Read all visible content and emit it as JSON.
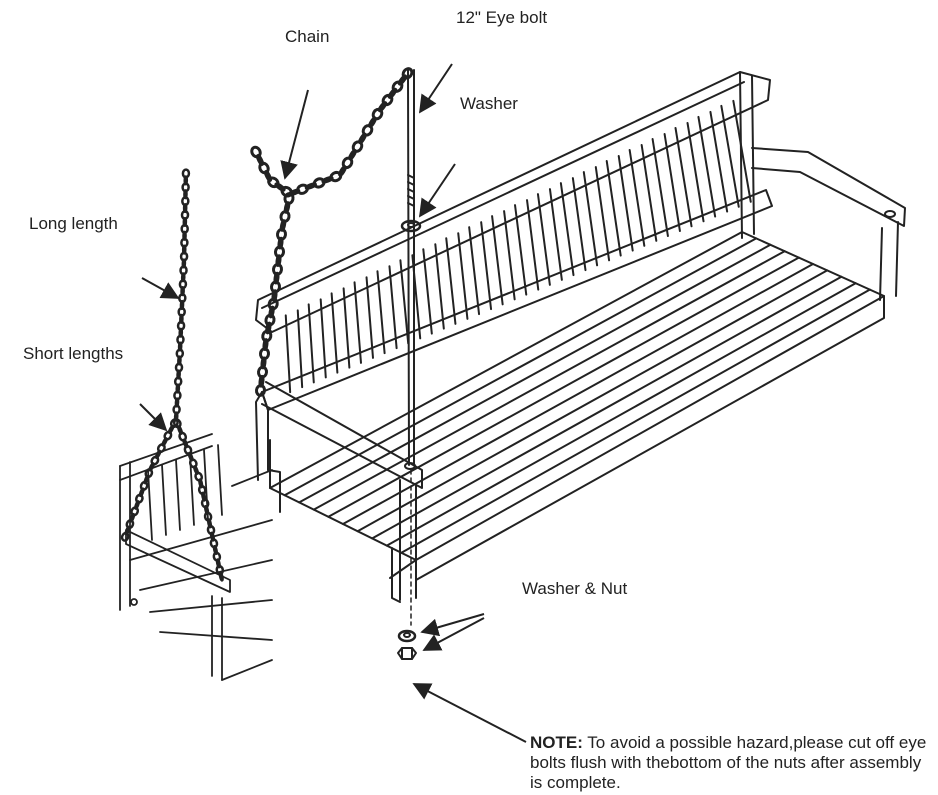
{
  "labels": {
    "eye_bolt": "12\" Eye bolt",
    "chain": "Chain",
    "washer": "Washer",
    "long_length": "Long length",
    "short_lengths": "Short lengths",
    "washer_nut": "Washer & Nut"
  },
  "note": {
    "prefix": "NOTE:",
    "text": " To avoid a possible hazard,please cut off eye bolts flush with thebottom of the nuts after assembly is complete."
  },
  "colors": {
    "ink": "#222222",
    "paper": "#ffffff"
  }
}
